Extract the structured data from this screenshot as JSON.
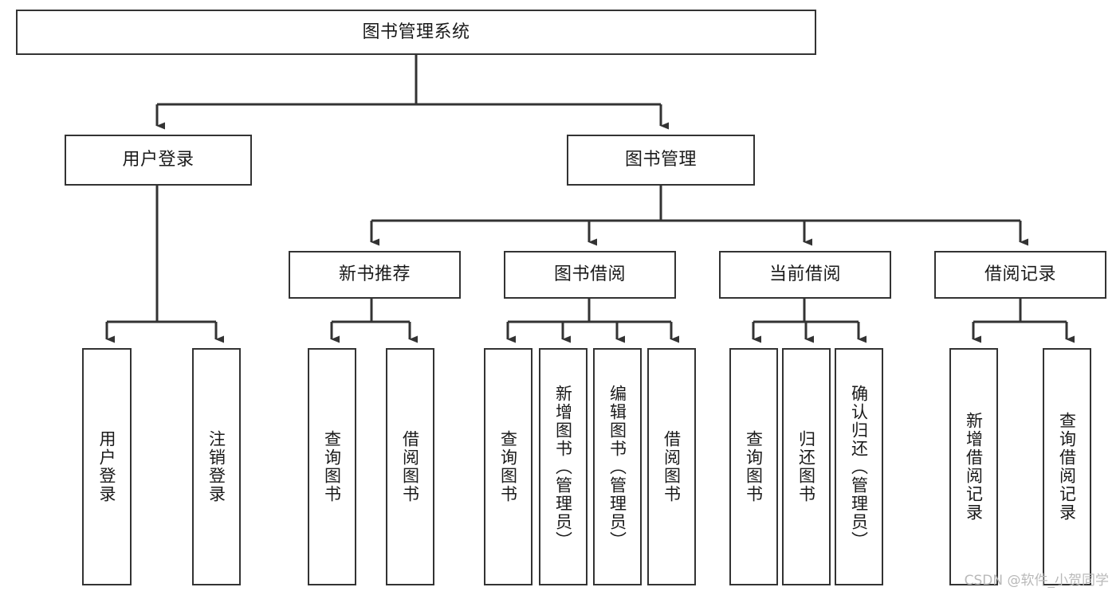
{
  "diagram": {
    "title": "图书管理系统",
    "type": "tree-hierarchy",
    "root": {
      "label": "图书管理系统"
    },
    "level2": [
      {
        "label": "用户登录"
      },
      {
        "label": "图书管理"
      }
    ],
    "level3": [
      {
        "label": "新书推荐"
      },
      {
        "label": "图书借阅"
      },
      {
        "label": "当前借阅"
      },
      {
        "label": "借阅记录"
      }
    ],
    "leaves": {
      "user_login": [
        {
          "label": "用户登录"
        },
        {
          "label": "注销登录"
        }
      ],
      "new_book_recommend": [
        {
          "label": "查询图书"
        },
        {
          "label": "借阅图书"
        }
      ],
      "book_borrow": [
        {
          "label": "查询图书"
        },
        {
          "label": "新增图书（管理员）"
        },
        {
          "label": "编辑图书（管理员）"
        },
        {
          "label": "借阅图书"
        }
      ],
      "current_borrow": [
        {
          "label": "查询图书"
        },
        {
          "label": "归还图书"
        },
        {
          "label": "确认归还（管理员）"
        }
      ],
      "borrow_record": [
        {
          "label": "新增借阅记录"
        },
        {
          "label": "查询借阅记录"
        }
      ]
    },
    "watermark": "CSDN @软件_小贺同学",
    "colors": {
      "border": "#333333",
      "background": "#ffffff",
      "text": "#1a1a1a",
      "watermark": "#b9b9b9"
    }
  }
}
